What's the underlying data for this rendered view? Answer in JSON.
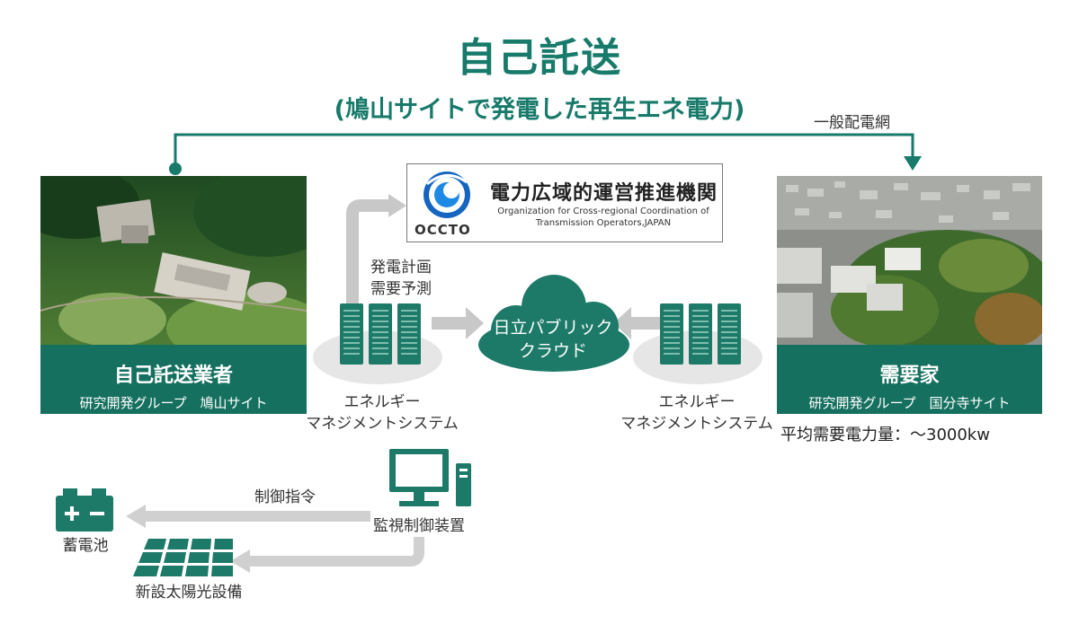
{
  "title": "自己託送",
  "subtitle": "(鳩山サイトで発電した再生エネ電力)",
  "grid_label": "一般配電網",
  "occto": {
    "name_jp": "電力広域的運営推進機関",
    "name_en_line1": "Organization for Cross-regional Coordination of",
    "name_en_line2": "Transmission Operators,JAPAN",
    "abbr": "OCCTO"
  },
  "plan_line1": "発電計画",
  "plan_line2": "需要予測",
  "cloud_line1": "日立パブリック",
  "cloud_line2": "クラウド",
  "left_site": {
    "heading": "自己託送業者",
    "sub": "研究開発グループ　鳩山サイト"
  },
  "right_site": {
    "heading": "需要家",
    "sub": "研究開発グループ　国分寺サイト"
  },
  "ems_left": {
    "line1": "エネルギー",
    "line2": "マネジメントシステム"
  },
  "ems_right": {
    "line1": "エネルギー",
    "line2": "マネジメントシステム"
  },
  "demand_text": "平均需要電力量：～3000kw",
  "control_label": "制御指令",
  "monitor_label": "監視制御装置",
  "battery_label": "蓄電池",
  "solar_label": "新設太陽光設備",
  "colors": {
    "accent": "#177a6a",
    "panel": "#16705f",
    "arrow": "#c8c8c8"
  }
}
